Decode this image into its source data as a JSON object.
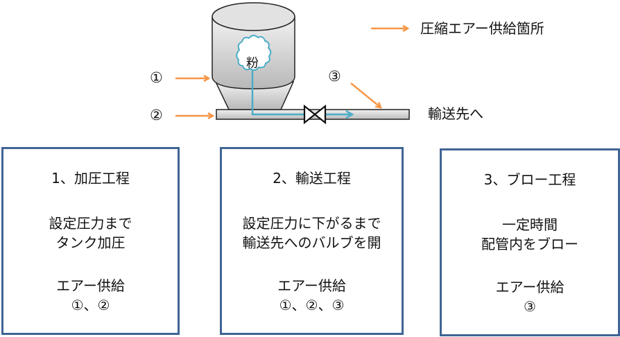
{
  "legend": {
    "label": "圧縮エアー供給箇所",
    "arrow_color": "#f79646"
  },
  "diagram": {
    "powder_label": "粉",
    "destination_label": "輸送先へ",
    "supply_points": [
      {
        "id": "1",
        "label": "①"
      },
      {
        "id": "2",
        "label": "②"
      },
      {
        "id": "3",
        "label": "③"
      }
    ],
    "colors": {
      "flow_line": "#4bacc6",
      "air_arrow": "#f79646",
      "box_border": "#3f6495"
    }
  },
  "steps": [
    {
      "title": "1、加圧工程",
      "description": [
        "設定圧力まで",
        "タンク加圧"
      ],
      "supply_label": "エアー供給",
      "supply_points": "①、②"
    },
    {
      "title": "2、輸送工程",
      "description": [
        "設定圧力に下がるまで",
        "輸送先へのバルブを開"
      ],
      "supply_label": "エアー供給",
      "supply_points": "①、②、③"
    },
    {
      "title": "3、ブロー工程",
      "description": [
        "一定時間",
        "配管内をブロー"
      ],
      "supply_label": "エアー供給",
      "supply_points": "③"
    }
  ]
}
